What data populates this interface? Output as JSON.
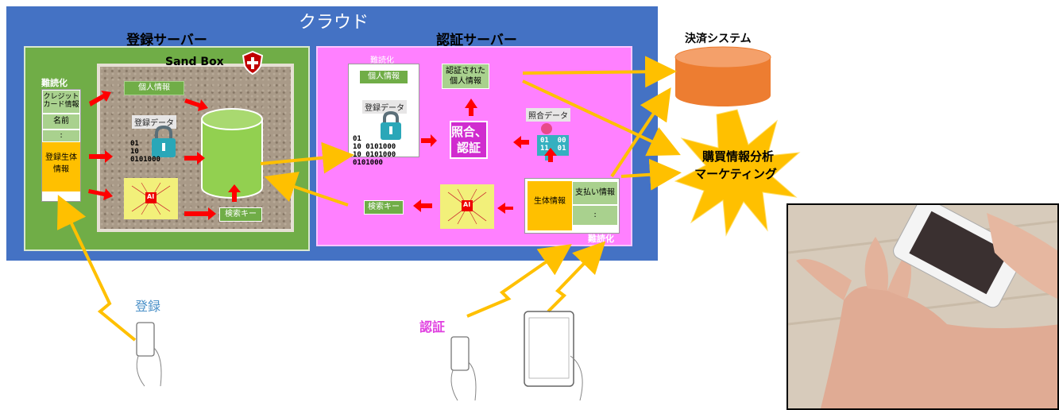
{
  "cloud": {
    "title": "クラウド"
  },
  "registration_server": {
    "title": "登録サーバー",
    "sandbox_label": "Sand Box",
    "obfuscated_label": "難読化",
    "card_rows": [
      "クレジット\nカード情報",
      "名前",
      ":",
      "登録生体\n情報"
    ],
    "personal_info": "個人情報",
    "registration_data": "登録データ",
    "binary_text": "01\n10\n0101000",
    "ai_label": "AI",
    "search_key": "検索キー"
  },
  "auth_server": {
    "title": "認証サーバー",
    "obfuscated_label": "難読化",
    "personal_info": "個人情報",
    "registration_data": "登録データ",
    "binary_text": "01\n10 0101000\n10 0101000\n0101000",
    "verified_info": "認証された\n個人情報",
    "match_label": "照合、\n認証",
    "match_data": "照合データ",
    "key_binary": "01  00\n11  01",
    "ai_label": "AI",
    "search_key": "検索キー",
    "bio_info": "生体情報",
    "payment_info": "支払い情報",
    "colon": ":",
    "obfuscated_label2": "難読化"
  },
  "payment_system": {
    "title": "決済システム"
  },
  "marketing": {
    "line1": "購買情報分析",
    "line2": "マーケティング"
  },
  "devices": {
    "register_label": "登録",
    "auth_label": "認証"
  },
  "colors": {
    "cloud": "#4472c4",
    "reg_server": "#70ad47",
    "auth_server": "#ff80ff",
    "arrow_red": "#ff0000",
    "arrow_yellow": "#ffc000",
    "db_orange": "#ed7d31",
    "db_green": "#92d050"
  }
}
